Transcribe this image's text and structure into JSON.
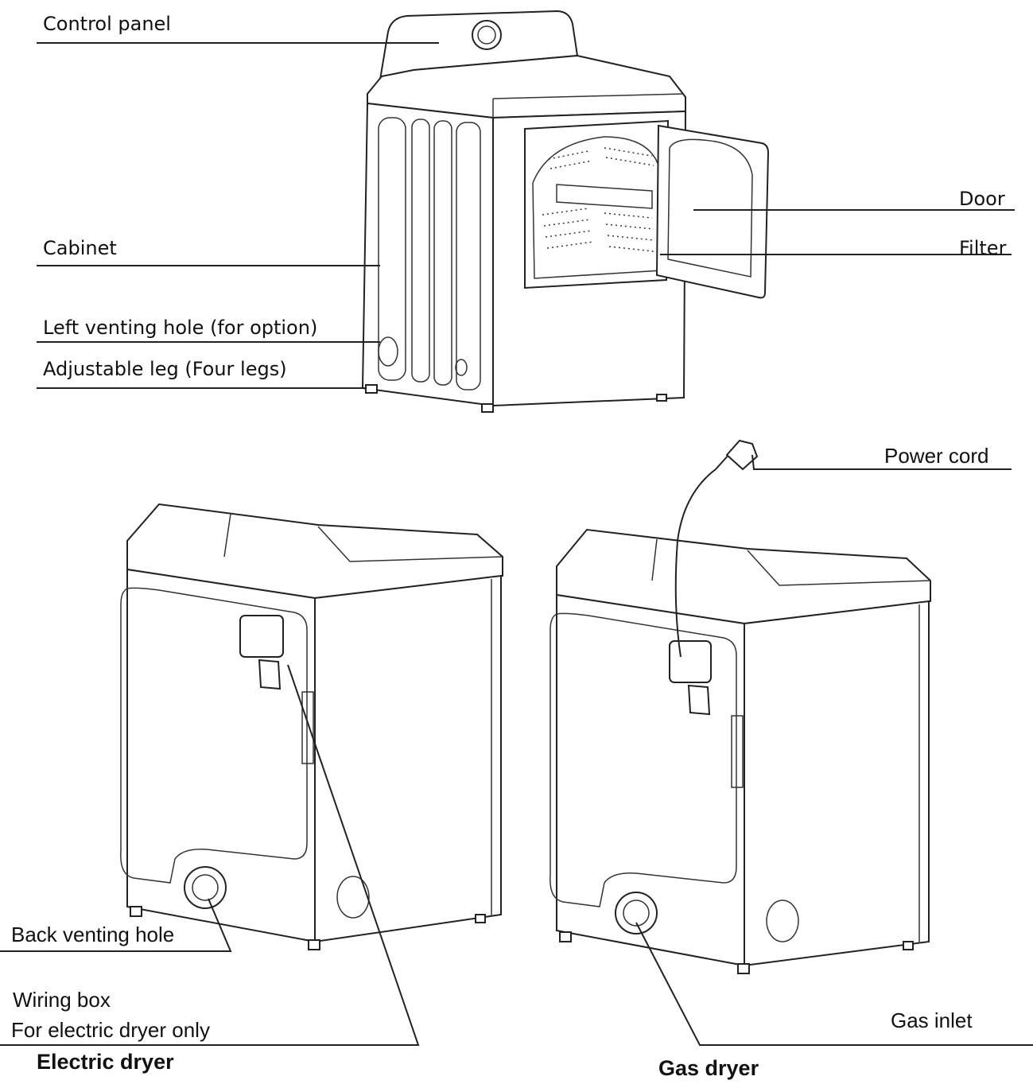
{
  "labels": {
    "control_panel": "Control panel",
    "cabinet": "Cabinet",
    "left_venting_hole": "Left venting hole (for option)",
    "adjustable_leg": "Adjustable leg (Four legs)",
    "door": "Door",
    "filter": "Filter",
    "power_cord": "Power cord",
    "back_venting_hole": "Back venting hole",
    "wiring_box": "Wiring box",
    "wiring_box_note": "For electric dryer only",
    "gas_inlet": "Gas inlet"
  },
  "captions": {
    "electric": "Electric dryer",
    "gas": "Gas dryer"
  }
}
